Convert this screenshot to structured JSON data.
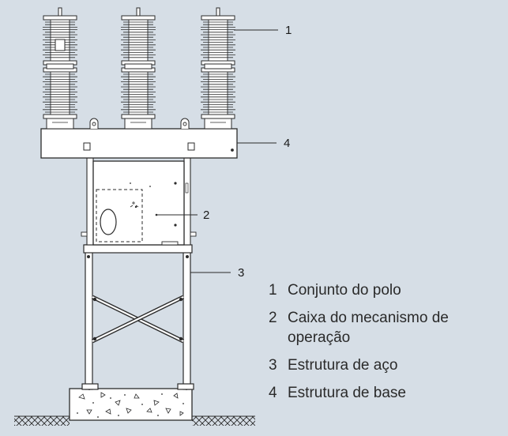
{
  "background_color": "#d6dee6",
  "line_color": "#2b2b2b",
  "callouts": [
    {
      "number": "1",
      "label": "Conjunto do polo"
    },
    {
      "number": "2",
      "label": "Caixa do mecanismo de operação"
    },
    {
      "number": "3",
      "label": "Estrutura de aço"
    },
    {
      "number": "4",
      "label": "Estrutura de base"
    }
  ]
}
